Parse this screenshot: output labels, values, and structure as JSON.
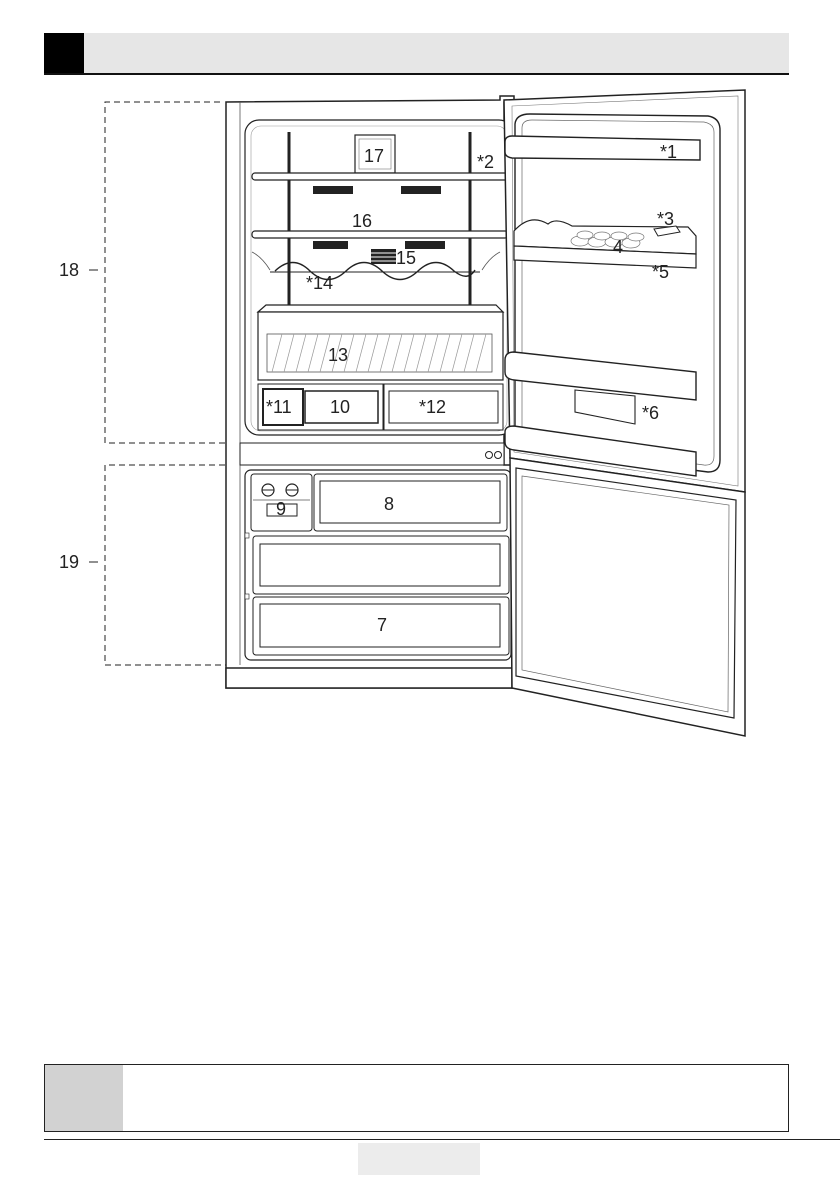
{
  "header": {
    "title": ""
  },
  "labels": {
    "l1": "*1",
    "l2": "*2",
    "l3": "*3",
    "l4": "4",
    "l5": "*5",
    "l6": "*6",
    "l7": "7",
    "l8": "8",
    "l9": "9",
    "l10": "10",
    "l11": "*11",
    "l12": "*12",
    "l13": "13",
    "l14": "*14",
    "l15": "15",
    "l16": "16",
    "l17": "17",
    "l18": "18",
    "l19": "19"
  },
  "note": {
    "text": ""
  },
  "footer": {
    "page_label": ""
  },
  "colors": {
    "accent": "#000000",
    "header_bg": "#e6e6e6",
    "note_icon_bg": "#d2d2d2"
  }
}
